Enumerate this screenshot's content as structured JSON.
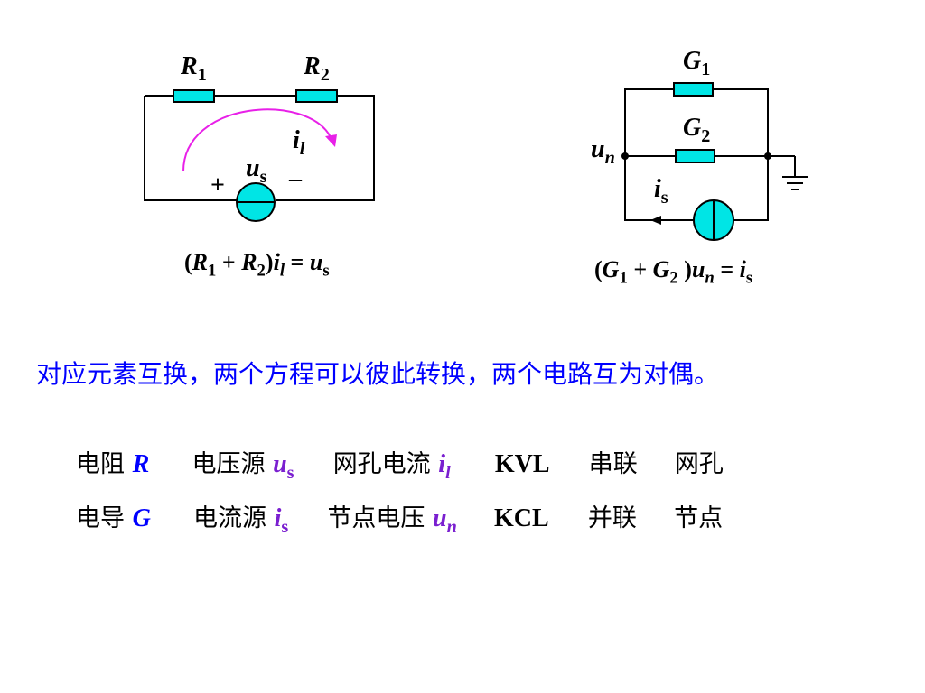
{
  "left_circuit": {
    "r1": {
      "sym": "R",
      "sub": "1"
    },
    "r2": {
      "sym": "R",
      "sub": "2"
    },
    "current": {
      "sym": "i",
      "sub": "l"
    },
    "source": {
      "sym": "u",
      "sub": "s"
    },
    "plus": "+",
    "minus": "–",
    "equation": {
      "open": "(",
      "a": "R",
      "a_sub": "1",
      "plus": " + ",
      "b": "R",
      "b_sub": "2",
      "close": ")",
      "c": "i",
      "c_sub": "l",
      "eq": " = ",
      "d": "u",
      "d_sub": "s"
    }
  },
  "right_circuit": {
    "g1": {
      "sym": "G",
      "sub": "1"
    },
    "g2": {
      "sym": "G",
      "sub": "2"
    },
    "node": {
      "sym": "u",
      "sub": "n"
    },
    "source": {
      "sym": "i",
      "sub": "s"
    },
    "equation": {
      "open": "(",
      "a": "G",
      "a_sub": "1",
      "plus": " + ",
      "b": "G",
      "b_sub": "2",
      "close": " )",
      "c": "u",
      "c_sub": "n",
      "eq": " = ",
      "d": "i",
      "d_sub": "s"
    }
  },
  "statement": "对应元素互换，两个方程可以彼此转换，两个电路互为对偶。",
  "dual_rows": [
    {
      "t1": "电阻 ",
      "s1": "R",
      "t2": "电压源 ",
      "s2": "u",
      "s2_sub": "s",
      "t3": "网孔电流 ",
      "s3": "i",
      "s3_sub": "l",
      "kw": "KVL",
      "t4": "串联",
      "t5": "网孔"
    },
    {
      "t1": "电导 ",
      "s1": "G",
      "t2": "电流源 ",
      "s2": "i",
      "s2_sub": "s",
      "t3": "节点电压 ",
      "s3": "u",
      "s3_sub": "n",
      "kw": "KCL",
      "t4": "并联",
      "t5": "节点"
    }
  ],
  "colors": {
    "resistor": "#00e5e5",
    "source": "#00e5e5",
    "arrow": "#e820e8",
    "highlight_blue": "#0000ff",
    "highlight_purple": "#7a1fd0"
  }
}
